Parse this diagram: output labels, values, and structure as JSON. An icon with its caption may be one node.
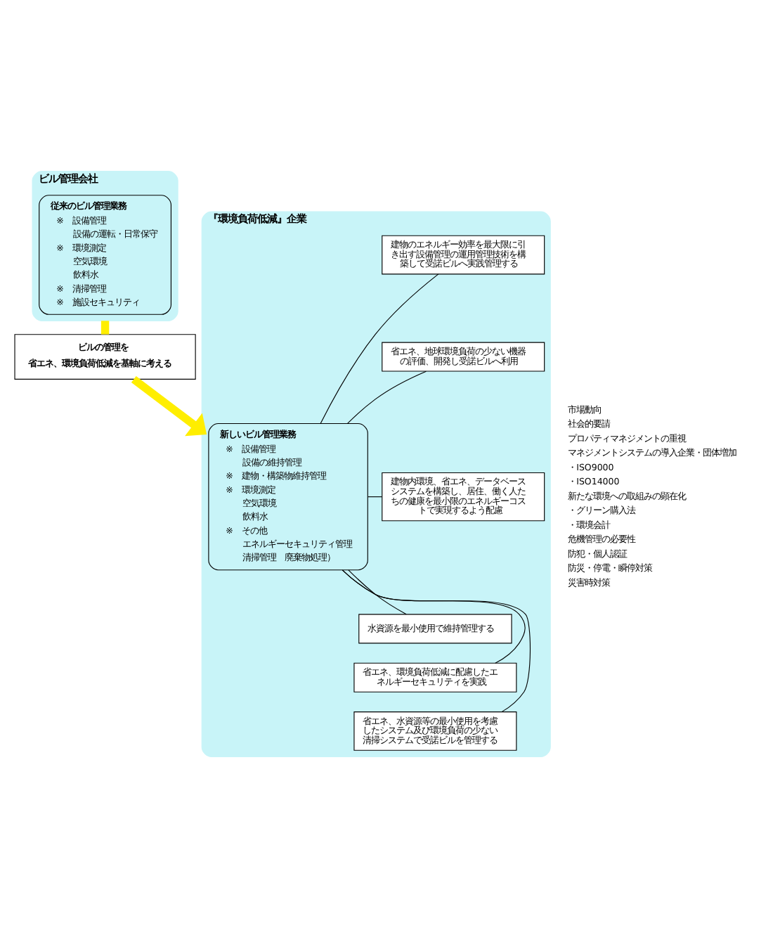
{
  "diagram": {
    "nodes": [
      {
        "text": [
          "ビル管理会社"
        ]
      },
      {
        "text": [
          "従来のビル管理業務",
          "※　設備管理",
          "設備の運転・日常保守",
          "※　環境測定",
          "空気環境",
          "飲料水",
          "※　清掃管理",
          "※　施設セキュリティ"
        ],
        "in": 0
      },
      {
        "text": [
          "ビルの管理を",
          "省エネ、環境負荷低減を基軸に考える"
        ]
      },
      {
        "text": [
          "『環境負荷低減』企業"
        ]
      },
      {
        "text": [
          "新しいビル管理業務",
          "※　設備管理",
          "設備の維持管理",
          "※　建物・構築物維持管理",
          "※　環境測定",
          "空気環境",
          "飲料水",
          "※　その他",
          "エネルギーセキュリティ管理",
          "清掃管理　廃棄物処理）"
        ],
        "in": 3
      },
      {
        "text": [
          "建物のエネルギー効率を最大限に引き出す設備管理の運用管理技術を構築して受諾ビルへ実践管理する"
        ],
        "in": 3
      },
      {
        "text": [
          "省エネ、地球環境負荷の少ない機器の評価、開発し受諾ビルへ利用"
        ],
        "in": 3
      },
      {
        "text": [
          "建物内環境、省エネ、データベースシステムを構築し、居住、働く人たちの健康を最小限のエネルギーコストで実現するよう配慮"
        ],
        "in": 3
      },
      {
        "text": [
          "水資源を最小使用で維持管理する"
        ],
        "in": 3
      },
      {
        "text": [
          "省エネ、環境負荷低減に配慮したエネルギーセキュリティを実践"
        ],
        "in": 3
      },
      {
        "text": [
          "省エネ、水資源等の最小使用を考慮したシステム及び環境負荷の少ない清掃システムで受諾ビルを管理する"
        ],
        "in": 3
      }
    ],
    "edges": [
      {
        "from": 0,
        "to": 2,
        "arrow": "none",
        "style": "thick",
        "color": "#ffee00"
      },
      {
        "from": 2,
        "to": 3,
        "arrow": "to",
        "style": "thick",
        "color": "#ffee00"
      },
      {
        "from": 5,
        "to": 4,
        "arrow": "none"
      },
      {
        "from": 6,
        "to": 4,
        "arrow": "none"
      },
      {
        "from": 7,
        "to": 4,
        "arrow": "none"
      },
      {
        "from": 8,
        "to": 4,
        "arrow": "none"
      },
      {
        "from": 9,
        "to": 4,
        "arrow": "none"
      },
      {
        "from": 10,
        "to": 4,
        "arrow": "none"
      }
    ],
    "labels": [
      "市場動向",
      "社会的要請",
      "プロパティマネジメントの重視",
      "マネジメントシステムの導入企業・団体増加",
      "・ISO9000",
      "・ISO14000",
      "新たな環境への取組みの顕在化",
      "・グリーン購入法",
      "・環境会計",
      "危機管理の必要性",
      "防犯・個人認証",
      "防災・停電・瞬停対策",
      "災害時対策"
    ]
  }
}
